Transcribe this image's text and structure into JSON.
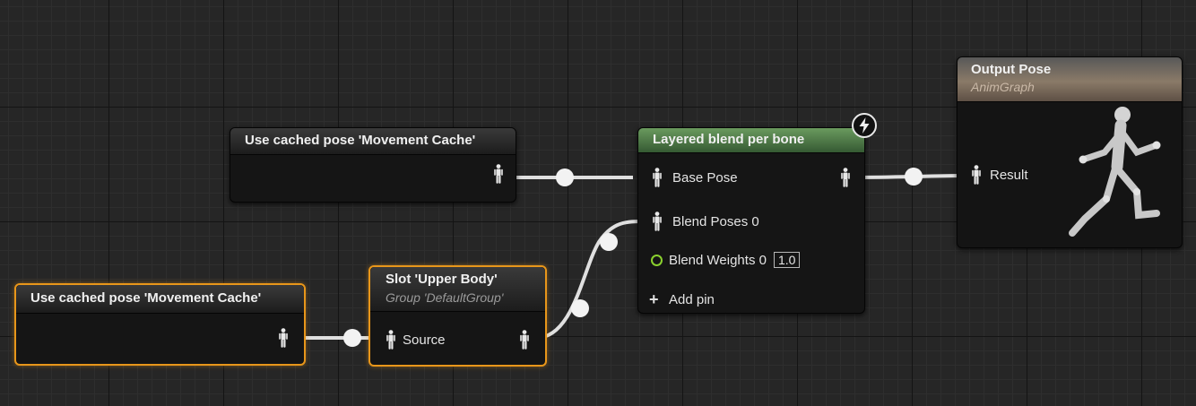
{
  "nodes": {
    "cached_top": {
      "title": "Use cached pose 'Movement Cache'"
    },
    "cached_bottom": {
      "title": "Use cached pose 'Movement Cache'"
    },
    "slot": {
      "title": "Slot 'Upper Body'",
      "subtitle": "Group 'DefaultGroup'",
      "source_label": "Source"
    },
    "layered": {
      "title": "Layered blend per bone",
      "base_pose_label": "Base Pose",
      "blend_poses_label": "Blend Poses 0",
      "blend_weights_label": "Blend Weights 0",
      "blend_weights_value": "1.0",
      "add_pin_label": "Add pin",
      "badge_icon": "lightning-bolt-icon"
    },
    "output": {
      "title": "Output Pose",
      "subtitle": "AnimGraph",
      "result_label": "Result",
      "preview_icon": "running-mannequin-icon"
    }
  },
  "colors": {
    "selection": "#e8961a",
    "layered_header": "#4f7d48",
    "wire": "#e0e0e0",
    "float_pin": "#8ad02e",
    "background": "#262626"
  }
}
